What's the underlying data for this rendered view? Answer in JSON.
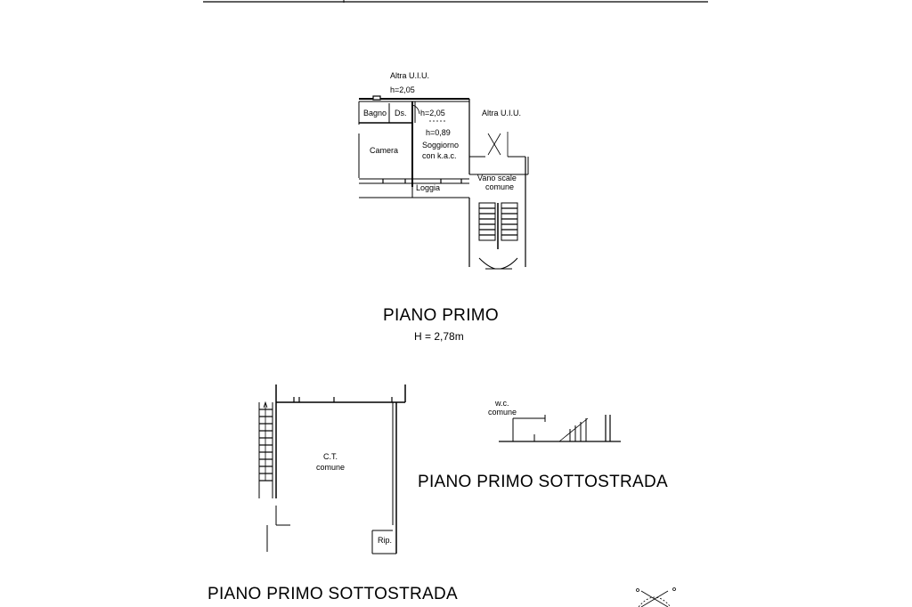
{
  "piano_primo": {
    "title": "PIANO PRIMO",
    "height_note": "H = 2,78m",
    "labels": {
      "altra_uiu_top": "Altra U.I.U.",
      "h_top": "h=2,05",
      "bagno": "Bagno",
      "ds": "Ds.",
      "h_mid": "h=2,05",
      "altra_uiu_right": "Altra U.I.U.",
      "h_low": "h=0,89",
      "camera": "Camera",
      "soggiorno": "Soggiorno",
      "soggiorno2": "con k.a.c.",
      "loggia": "Loggia",
      "vano_scale": "Vano scale",
      "comune": "comune"
    }
  },
  "sottostrada": {
    "title_right": "PIANO PRIMO SOTTOSTRADA",
    "title_bottom": "PIANO PRIMO SOTTOSTRADA",
    "labels": {
      "ct": "C.T.",
      "ct_comune": "comune",
      "wc": "w.c.",
      "wc_comune": "comune",
      "rip": "Rip."
    }
  }
}
